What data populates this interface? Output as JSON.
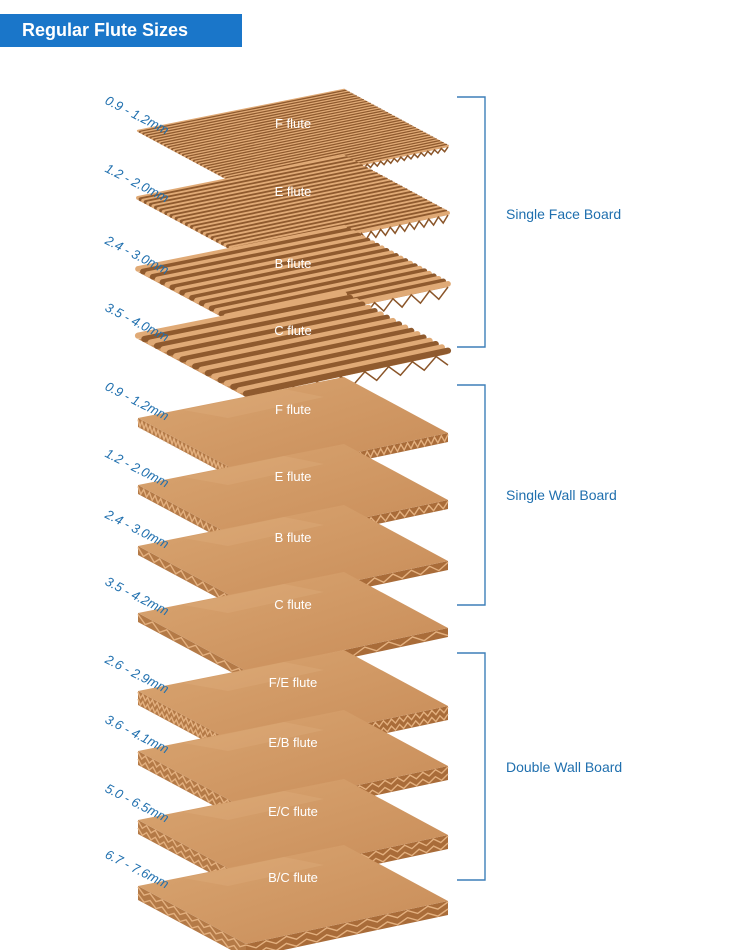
{
  "title": "Regular Flute Sizes",
  "colors": {
    "banner": "#1a76c9",
    "label_blue": "#1f6fae",
    "bracket": "#3d7fb8",
    "board_face": "#d29967",
    "board_face_dark": "#b97a47",
    "flute_light": "#d9a26e",
    "flute_dark": "#9c6333"
  },
  "groups": [
    {
      "name": "Single Face Board",
      "style": "single-face",
      "boards": [
        {
          "flute": "F flute",
          "size": "0.9 - 1.2mm",
          "density": 60
        },
        {
          "flute": "E flute",
          "size": "1.2 - 2.0mm",
          "density": 42
        },
        {
          "flute": "B flute",
          "size": "2.4 - 3.0mm",
          "density": 22
        },
        {
          "flute": "C flute",
          "size": "3.5 - 4.0mm",
          "density": 17
        }
      ]
    },
    {
      "name": "Single Wall Board",
      "style": "single-wall",
      "boards": [
        {
          "flute": "F flute",
          "size": "0.9 - 1.2mm",
          "density": 60
        },
        {
          "flute": "E flute",
          "size": "1.2 - 2.0mm",
          "density": 42
        },
        {
          "flute": "B flute",
          "size": "2.4 - 3.0mm",
          "density": 22
        },
        {
          "flute": "C flute",
          "size": "3.5 - 4.2mm",
          "density": 17
        }
      ]
    },
    {
      "name": "Double Wall Board",
      "style": "double-wall",
      "boards": [
        {
          "flute": "F/E flute",
          "size": "2.6 - 2.9mm",
          "density": 50
        },
        {
          "flute": "E/B flute",
          "size": "3.6 - 4.1mm",
          "density": 32
        },
        {
          "flute": "E/C flute",
          "size": "5.0 - 6.5mm",
          "density": 28
        },
        {
          "flute": "B/C flute",
          "size": "6.7 - 7.6mm",
          "density": 20
        }
      ]
    }
  ]
}
